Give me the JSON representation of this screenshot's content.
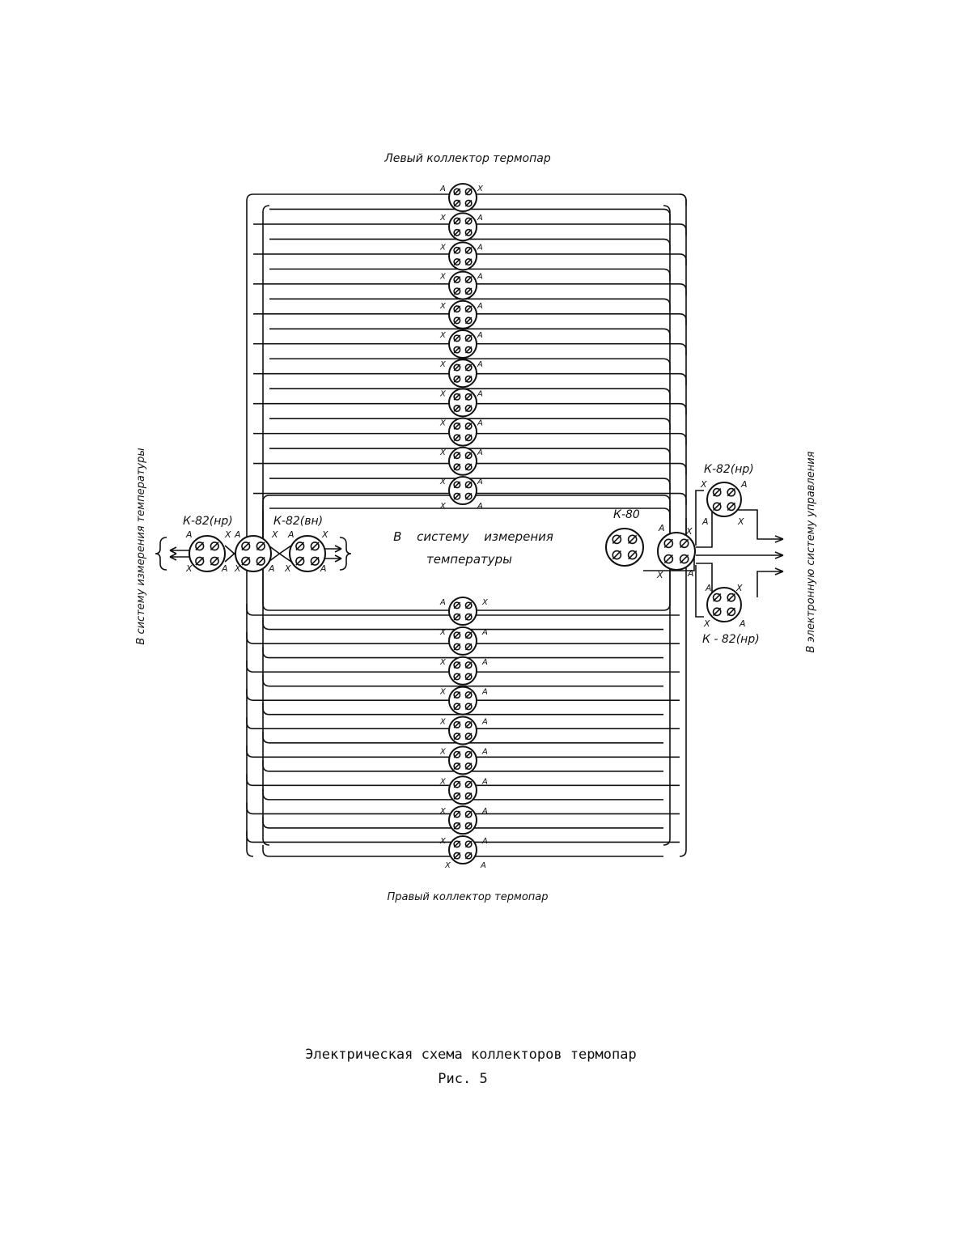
{
  "title_top": "Левый коллектор термопар",
  "title_bottom": "Правый коллектор термопар",
  "center_label_line1": "В систему измерения",
  "center_label_line2": "температуры",
  "left_side_label": "В систему измерения температуры",
  "right_side_label": "В электронную систему управления",
  "connectors": {
    "left_k82_nr": "К-82(нр)",
    "left_k82_vn": "К-82(вн)",
    "right_k80": "К-80",
    "right_k82_nr_top": "К-82(нр)",
    "right_k82_nr_bottom": "К - 82(нр)"
  },
  "pin_labels": {
    "a": "А",
    "x": "Х"
  },
  "left_collector_count": 11,
  "right_collector_count": 9,
  "caption": "Электрическая схема коллекторов термопар",
  "figure_number": "Рис. 5"
}
